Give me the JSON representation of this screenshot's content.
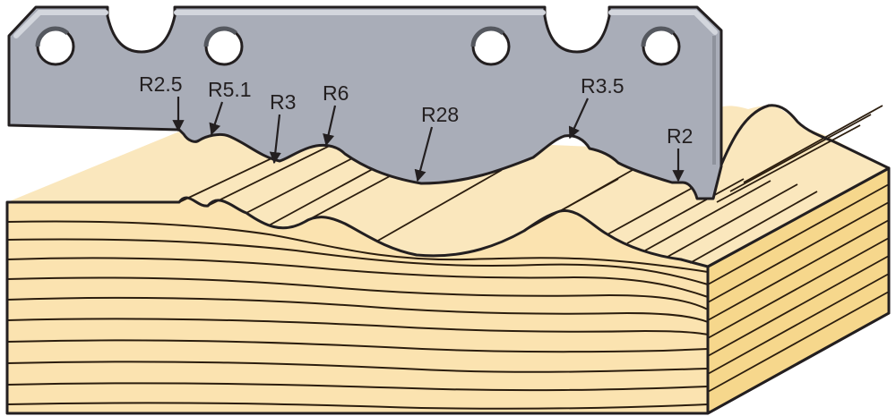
{
  "diagram": {
    "radius_labels": [
      {
        "id": "r2-5",
        "text": "R2.5"
      },
      {
        "id": "r5-1",
        "text": "R5.1"
      },
      {
        "id": "r3",
        "text": "R3"
      },
      {
        "id": "r6",
        "text": "R6"
      },
      {
        "id": "r28",
        "text": "R28"
      },
      {
        "id": "r3-5",
        "text": "R3.5"
      },
      {
        "id": "r2",
        "text": "R2"
      }
    ],
    "colors": {
      "blade": "#a9adb8",
      "blade_edge": "#c9ccd4",
      "wood_face": "#fbe3b0",
      "wood_top": "#fae7bd",
      "wood_side": "#f6d78c",
      "wood_lines": "#2b1d0e",
      "outline": "#231f20"
    }
  }
}
